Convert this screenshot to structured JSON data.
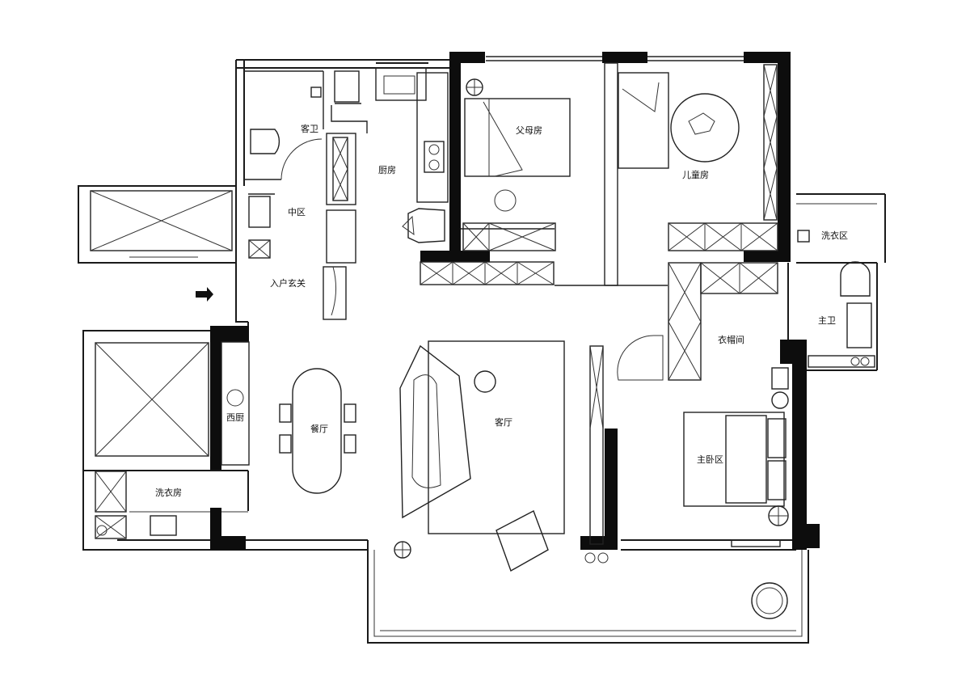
{
  "rooms": [
    {
      "label": "客卫"
    },
    {
      "label": "厨房"
    },
    {
      "label": "父母房"
    },
    {
      "label": "儿童房"
    },
    {
      "label": "中区"
    },
    {
      "label": "入户玄关"
    },
    {
      "label": "洗衣区"
    },
    {
      "label": "主卫"
    },
    {
      "label": "衣帽间"
    },
    {
      "label": "西厨"
    },
    {
      "label": "餐厅"
    },
    {
      "label": "客厅"
    },
    {
      "label": "主卧区"
    },
    {
      "label": "洗衣房"
    }
  ]
}
